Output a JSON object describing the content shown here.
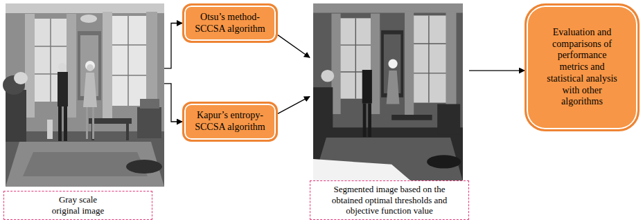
{
  "diagram": {
    "nodes": [
      {
        "text": [
          "Gray scale original image"
        ]
      },
      {
        "text": [
          "Otsu’s method- SCCSA algorithm"
        ]
      },
      {
        "text": [
          "Kapur’s entropy- SCCSA algorithm"
        ]
      },
      {
        "text": [
          "Segmented image based on the obtained optimal thresholds and objective function value"
        ]
      },
      {
        "text": [
          "Evaluation and comparisons of performance metrics and statistical analysis with other algorithms"
        ]
      }
    ],
    "edges": [
      {
        "from": 0,
        "to": 1,
        "arrow": "to"
      },
      {
        "from": 0,
        "to": 2,
        "arrow": "to"
      },
      {
        "from": 1,
        "to": 3,
        "arrow": "to"
      },
      {
        "from": 2,
        "to": 3,
        "arrow": "to"
      },
      {
        "from": 3,
        "to": 4,
        "arrow": "to"
      }
    ]
  }
}
